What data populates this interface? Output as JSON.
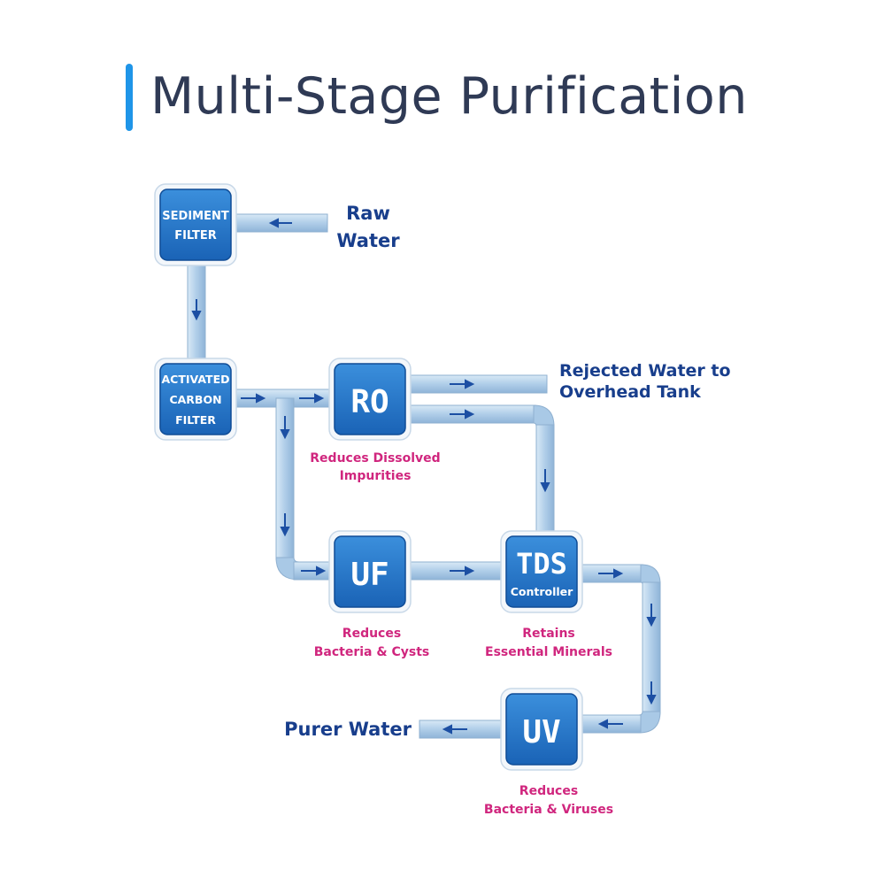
{
  "title": "Multi-Stage Purification",
  "colors": {
    "accent": "#1f95e8",
    "pipe": "#a9c9e6",
    "box": "#1f6fc4",
    "label_blue": "#183e8c",
    "label_pink": "#d0267e"
  },
  "inputs": {
    "raw_water_line1": "Raw",
    "raw_water_line2": "Water",
    "rejected_line1": "Rejected Water to",
    "rejected_line2": "Overhead Tank",
    "output": "Purer Water"
  },
  "stages": {
    "sediment": {
      "line1": "SEDIMENT",
      "line2": "FILTER"
    },
    "carbon": {
      "line1": "ACTIVATED",
      "line2": "CARBON",
      "line3": "FILTER"
    },
    "ro": {
      "name": "RO",
      "desc1": "Reduces Dissolved",
      "desc2": "Impurities"
    },
    "uf": {
      "name": "UF",
      "desc1": "Reduces",
      "desc2": "Bacteria & Cysts"
    },
    "tds": {
      "name": "TDS",
      "sub": "Controller",
      "desc1": "Retains",
      "desc2": "Essential Minerals"
    },
    "uv": {
      "name": "UV",
      "desc1": "Reduces",
      "desc2": "Bacteria & Viruses"
    }
  }
}
